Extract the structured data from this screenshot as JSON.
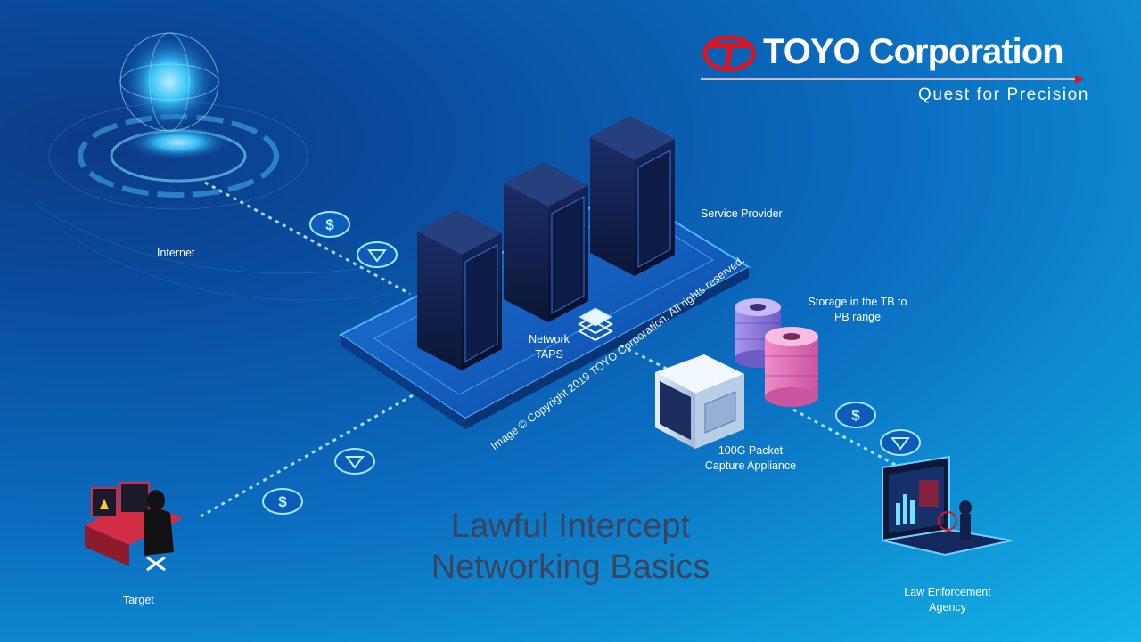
{
  "logo": {
    "name": "TOYO Corporation",
    "tagline": "Quest for Precision"
  },
  "title": [
    "Lawful Intercept",
    "Networking Basics"
  ],
  "copyright": "Image © Copyright 2019 TOYO Corporation. All rights reserved.",
  "labels": {
    "internet": "Internet",
    "service_provider": "Service Provider",
    "network_taps": "Network TAPS",
    "storage": "Storage in the TB to PB range",
    "packet_capture": "100G Packet Capture Appliance",
    "target": "Target",
    "law_enforcement": "Law Enforcement Agency"
  },
  "colors": {
    "accent_red": "#e0141e",
    "title_text": "#3a4560",
    "glow": "#6fe3ff",
    "server_body": "#0e1f4a",
    "storage_pink": "#e26fb4",
    "storage_violet": "#8a72d6"
  },
  "icons": [
    "globe-icon",
    "dollar-coin-icon",
    "signal-coin-icon",
    "server-rack-icon",
    "network-tap-icon",
    "database-icon",
    "packet-capture-appliance-icon",
    "hacker-workstation-icon",
    "laptop-analyst-icon"
  ]
}
